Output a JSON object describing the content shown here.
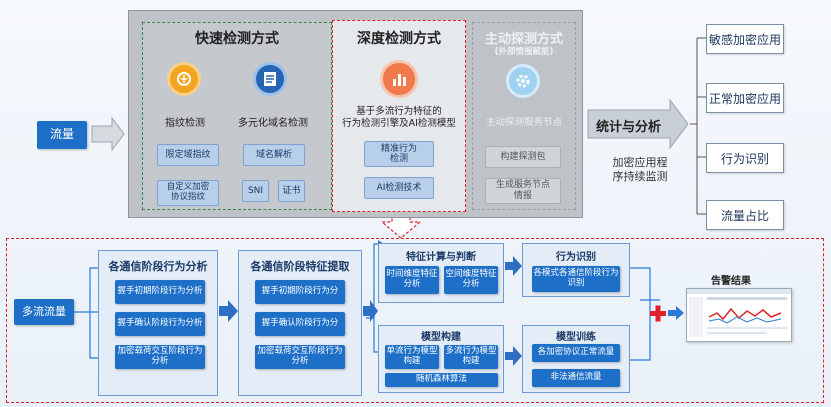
{
  "input": {
    "label": "流量"
  },
  "methods": {
    "fast": {
      "title": "快速检测方式",
      "left_caption": "指纹检测",
      "right_caption": "多元化域名检测",
      "btn_domain_fingerprint": "限定域指纹",
      "btn_custom_fingerprint": "自定义加密\n协议指纹",
      "btn_domain_parse": "域名解析",
      "btn_sni": "SNI",
      "btn_cert": "证书"
    },
    "deep": {
      "title": "深度检测方式",
      "desc": "基于多流行为特征的\n行为检测引擎及AI检测模型",
      "btn_precise": "精准行为\n检测",
      "btn_ai": "AI检测技术"
    },
    "active": {
      "title": "主动探测方式",
      "subtitle": "(外部情报赋能)",
      "caption": "主动探测服务节点",
      "btn_probe": "构建探测包",
      "btn_node": "生成服务节点\n情报"
    }
  },
  "stats": {
    "title": "统计与分析",
    "subtitle": "加密应用程\n序持续监测"
  },
  "results": [
    "敏感加密应用",
    "正常加密应用",
    "行为识别",
    "流量占比"
  ],
  "bottom": {
    "input_label": "多流流量",
    "stage1": {
      "title": "各通信阶段行为分析",
      "items": [
        "握手初期阶段行为分析",
        "握手确认阶段行为分析",
        "加密载荷交互阶段行为分析"
      ]
    },
    "stage2": {
      "title": "各通信阶段特征提取",
      "items": [
        "握手初期阶段行为分",
        "握手确认阶段行为分",
        "加密载荷交互阶段行为分析"
      ]
    },
    "feature": {
      "title": "特征计算与判断",
      "items": [
        "时间维度特征分析",
        "空间维度特征分析"
      ]
    },
    "model_build": {
      "title": "模型构建",
      "items": [
        "单流行为模型构建",
        "多流行为模型构建"
      ],
      "footer": "随机森林算法"
    },
    "behavior": {
      "title": "行为识别",
      "items": [
        "各模式各通信阶段行为识别"
      ]
    },
    "train": {
      "title": "模型训练",
      "items": [
        "各加密协议正常流量",
        "非法通信流量"
      ]
    },
    "alarm_label": "告警结果"
  }
}
